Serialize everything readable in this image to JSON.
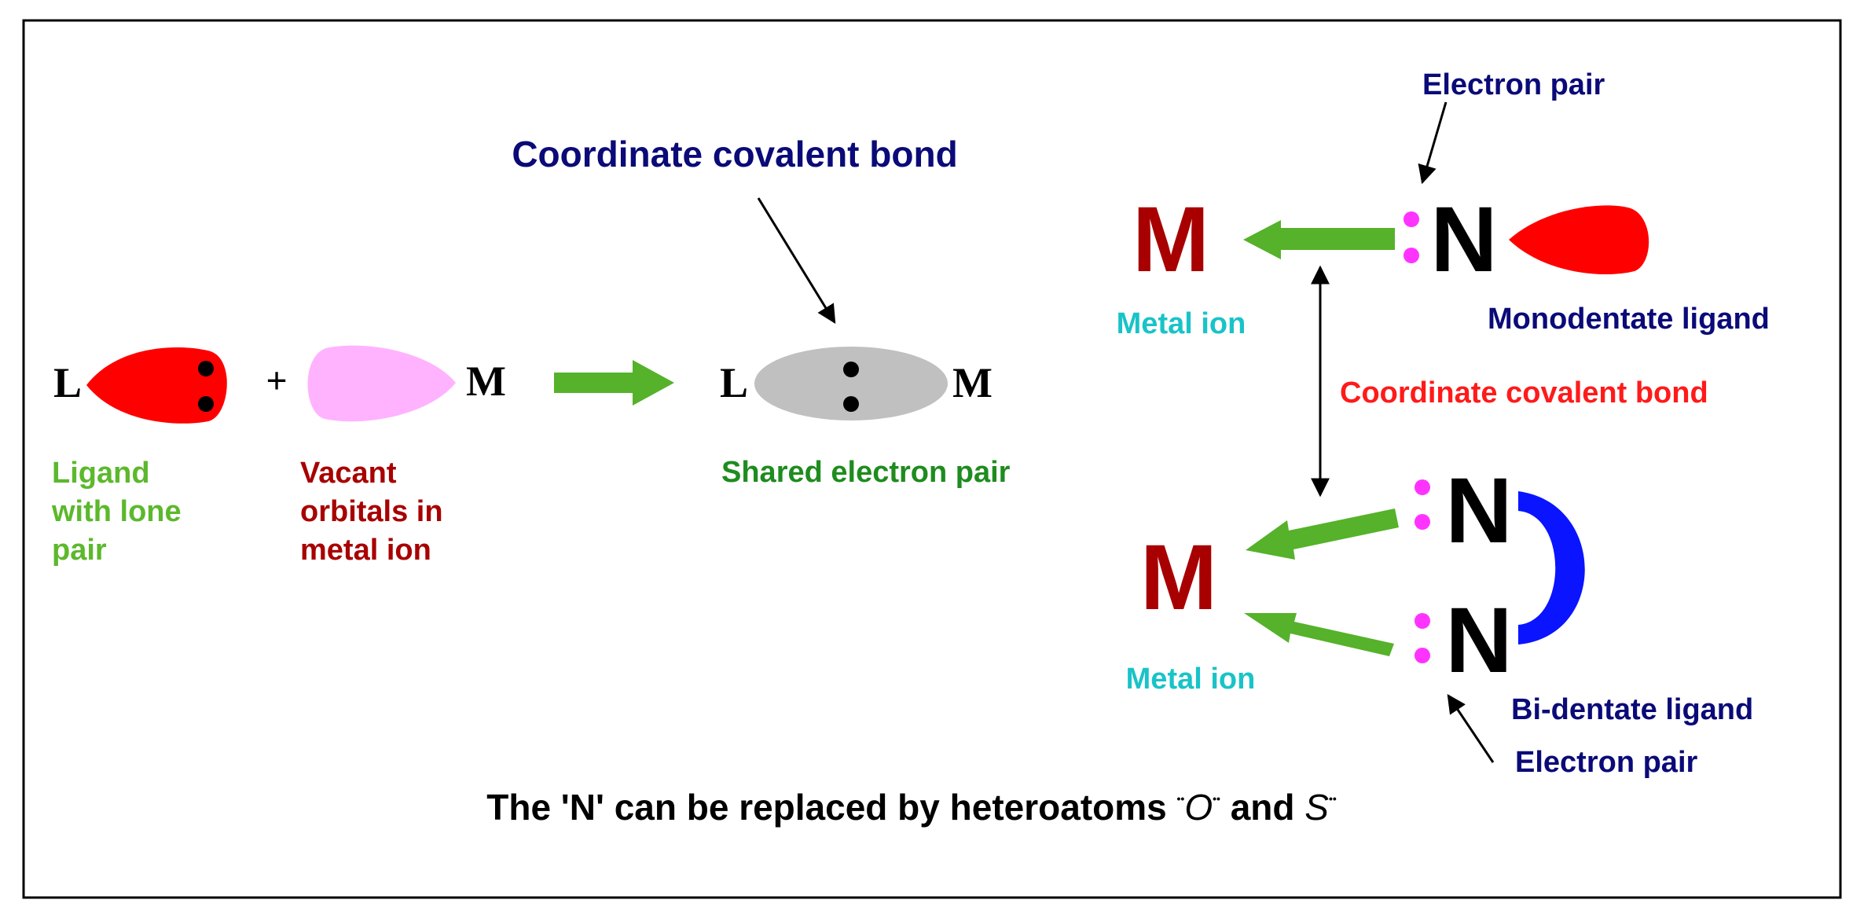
{
  "colors": {
    "ligand_lobe": "#ff0000",
    "vacant_orbital": "#ffb3ff",
    "shared_orbital": "#c0c0c0",
    "reaction_arrow": "#55b22a",
    "dark_blue_text": "#0a0a78",
    "green_text": "#5cb82c",
    "shared_pair_text": "#1e8c1e",
    "dark_red_text": "#a80000",
    "metal_ion_text": "#19c3c8",
    "bond_text": "#ff1a1a",
    "lone_pair_dots": "#ff33ff",
    "chelate_ring": "#0a14ff"
  },
  "left": {
    "title": "Coordinate covalent bond",
    "ligand_symbol": "L",
    "plus": "+",
    "metal_symbol": "M",
    "product_ligand_symbol": "L",
    "product_metal_symbol": "M",
    "ligand_caption": [
      "Ligand",
      "with lone",
      "pair"
    ],
    "vacant_caption": [
      "Vacant",
      "orbitals in",
      "metal ion"
    ],
    "shared_caption": "Shared electron pair"
  },
  "right": {
    "electron_pair_top": "Electron pair",
    "mono_metal": "M",
    "mono_donor": "N",
    "mono_metal_caption": "Metal ion",
    "mono_caption": "Monodentate ligand",
    "bond_caption": "Coordinate covalent bond",
    "bi_metal": "M",
    "bi_donor_top": "N",
    "bi_donor_bottom": "N",
    "bi_metal_caption": "Metal ion",
    "bi_caption": "Bi-dentate ligand",
    "electron_pair_bottom": "Electron pair"
  },
  "footer": {
    "prefix": "The 'N' can be replaced by heteroatoms",
    "atom1": "O",
    "joiner": "and",
    "atom2": "S"
  }
}
